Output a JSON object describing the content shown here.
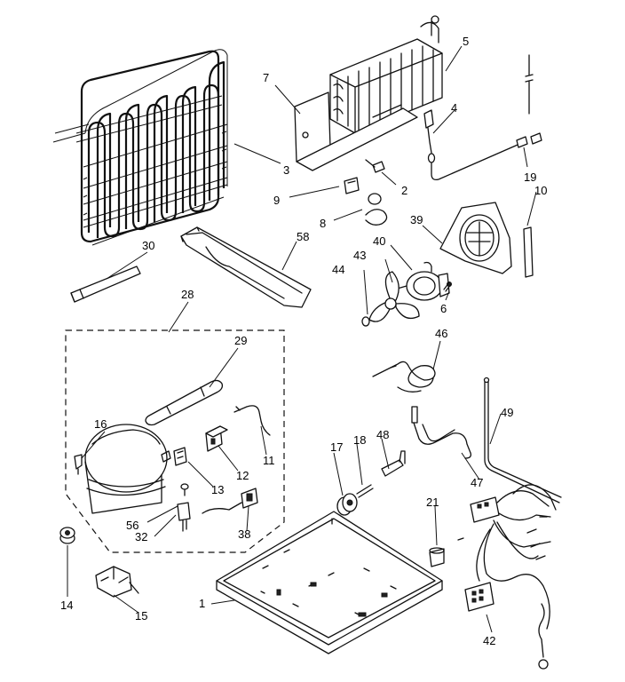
{
  "callouts": {
    "c1": "1",
    "c2": "2",
    "c3": "3",
    "c4": "4",
    "c5": "5",
    "c6": "6",
    "c7": "7",
    "c8": "8",
    "c9": "9",
    "c10": "10",
    "c11": "11",
    "c12": "12",
    "c13": "13",
    "c14": "14",
    "c15": "15",
    "c16": "16",
    "c17": "17",
    "c18": "18",
    "c19": "19",
    "c21": "21",
    "c28": "28",
    "c29": "29",
    "c30": "30",
    "c32": "32",
    "c38": "38",
    "c39": "39",
    "c40": "40",
    "c42": "42",
    "c43": "43",
    "c44": "44",
    "c46": "46",
    "c47": "47",
    "c48": "48",
    "c49": "49",
    "c56": "56",
    "c58": "58"
  }
}
